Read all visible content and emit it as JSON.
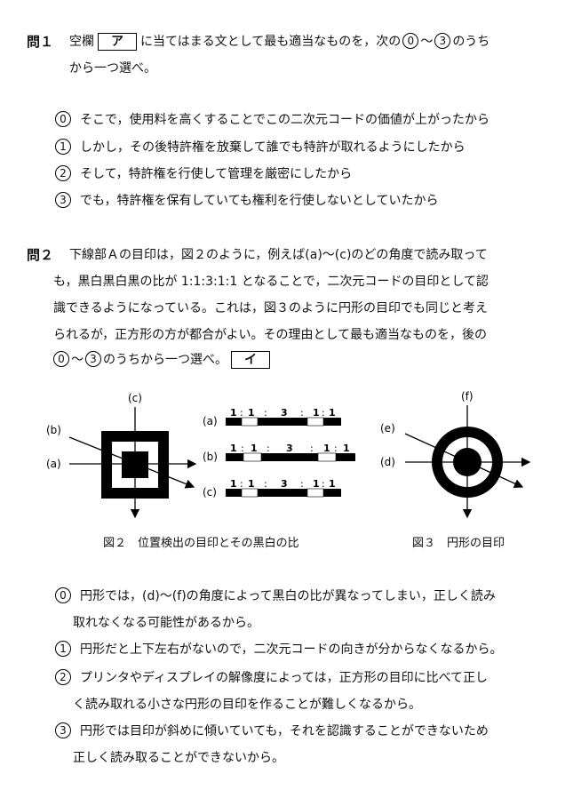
{
  "q1": {
    "label": "問１",
    "text_a": "空欄",
    "blank": "ア",
    "text_b": "に当てはまる文として最も適当なものを，次の",
    "c0": "0",
    "tilde": "〜",
    "c3": "3",
    "text_c": "のうち",
    "line2": "から一つ選べ。",
    "options": [
      {
        "mark": "0",
        "text": "そこで，使用料を高くすることでこの二次元コードの価値が上がったから"
      },
      {
        "mark": "1",
        "text": "しかし，その後特許権を放棄して誰でも特許が取れるようにしたから"
      },
      {
        "mark": "2",
        "text": "そして，特許権を行使して管理を厳密にしたから"
      },
      {
        "mark": "3",
        "text": "でも，特許権を保有していても権利を行使しないとしていたから"
      }
    ]
  },
  "q2": {
    "label": "問２",
    "line1": "下線部Ａの目印は，図２のように，例えば(a)〜(c)のどの角度で読み取って",
    "line2": "も，黒白黒白黒の比が 1:1:3:1:1 となることで，二次元コードの目印として認",
    "line3": "識できるようになっている。これは，図３のように円形の目印でも同じと考え",
    "line4": "られるが，正方形の方が都合がよい。その理由として最も適当なものを，後の",
    "l5_c0": "0",
    "l5_tilde": "〜",
    "l5_c3": "3",
    "l5_text": "のうちから一つ選べ。",
    "blank": "イ",
    "options": [
      {
        "mark": "0",
        "lines": [
          "円形では，(d)〜(f)の角度によって黒白の比が異なってしまい，正しく読み",
          "取れなくなる可能性があるから。"
        ]
      },
      {
        "mark": "1",
        "lines": [
          "円形だと上下左右がないので，二次元コードの向きが分からなくなるから。"
        ]
      },
      {
        "mark": "2",
        "lines": [
          "プリンタやディスプレイの解像度によっては，正方形の目印に比べて正し",
          "く読み取れる小さな円形の目印を作ることが難しくなるから。"
        ]
      },
      {
        "mark": "3",
        "lines": [
          "円形では目印が斜めに傾いていても，それを認識することができないため",
          "正しく読み取ることができないから。"
        ]
      }
    ]
  },
  "figure": {
    "labels": {
      "a": "(a)",
      "b": "(b)",
      "c": "(c)",
      "d": "(d)",
      "e": "(e)",
      "f": "(f)"
    },
    "ratio": {
      "one": "1",
      "colon": ":",
      "three": "3"
    },
    "fig2_caption": "図２　位置検出の目印とその黒白の比",
    "fig3_caption": "図３　円形の目印"
  }
}
